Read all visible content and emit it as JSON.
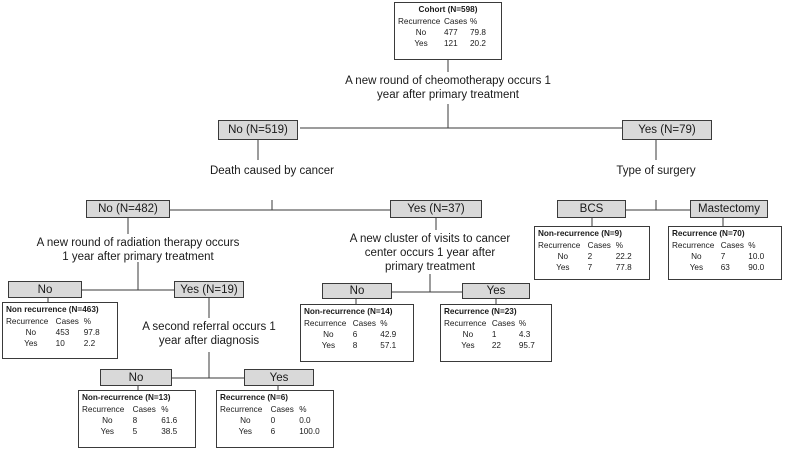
{
  "tables": {
    "root": {
      "title": "Cohort (N=598)",
      "headers": [
        "Recurrence",
        "Cases",
        "%"
      ],
      "rows": [
        [
          "No",
          "477",
          "79.8"
        ],
        [
          "Yes",
          "121",
          "20.2"
        ]
      ]
    },
    "chemo_no_death_no_rad_no": {
      "title": "Non recurrence (N=463)",
      "headers": [
        "Recurrence",
        "Cases",
        "%"
      ],
      "rows": [
        [
          "No",
          "453",
          "97.8"
        ],
        [
          "Yes",
          "10",
          "2.2"
        ]
      ]
    },
    "referral_no": {
      "title": "Non-recurrence (N=13)",
      "headers": [
        "Recurrence",
        "Cases",
        "%"
      ],
      "rows": [
        [
          "No",
          "8",
          "61.6"
        ],
        [
          "Yes",
          "5",
          "38.5"
        ]
      ]
    },
    "referral_yes": {
      "title": "Recurrence (N=6)",
      "headers": [
        "Recurrence",
        "Cases",
        "%"
      ],
      "rows": [
        [
          "No",
          "0",
          "0.0"
        ],
        [
          "Yes",
          "6",
          "100.0"
        ]
      ]
    },
    "visits_no": {
      "title": "Non-recurrence (N=14)",
      "headers": [
        "Recurrence",
        "Cases",
        "%"
      ],
      "rows": [
        [
          "No",
          "6",
          "42.9"
        ],
        [
          "Yes",
          "8",
          "57.1"
        ]
      ]
    },
    "visits_yes": {
      "title": "Recurrence (N=23)",
      "headers": [
        "Recurrence",
        "Cases",
        "%"
      ],
      "rows": [
        [
          "No",
          "1",
          "4.3"
        ],
        [
          "Yes",
          "22",
          "95.7"
        ]
      ]
    },
    "bcs": {
      "title": "Non-recurrence (N=9)",
      "headers": [
        "Recurrence",
        "Cases",
        "%"
      ],
      "rows": [
        [
          "No",
          "2",
          "22.2"
        ],
        [
          "Yes",
          "7",
          "77.8"
        ]
      ]
    },
    "mastectomy": {
      "title": "Recurrence (N=70)",
      "headers": [
        "Recurrence",
        "Cases",
        "%"
      ],
      "rows": [
        [
          "No",
          "7",
          "10.0"
        ],
        [
          "Yes",
          "63",
          "90.0"
        ]
      ]
    }
  },
  "splits": {
    "chemo": "A new round of cheomotherapy occurs 1\nyear after primary treatment",
    "death": "Death caused by cancer",
    "surgery": "Type of surgery",
    "radiation": "A new round of radiation therapy occurs\n1 year after primary treatment",
    "visits": "A new cluster of visits to cancer\ncenter occurs 1 year after\nprimary treatment",
    "referral": "A second referral occurs 1\nyear after diagnosis"
  },
  "branches": {
    "chemo_no": "No (N=519)",
    "chemo_yes": "Yes (N=79)",
    "death_no": "No (N=482)",
    "death_yes": "Yes (N=37)",
    "bcs": "BCS",
    "mastectomy": "Mastectomy",
    "rad_no": "No",
    "rad_yes": "Yes (N=19)",
    "visits_no": "No",
    "visits_yes": "Yes",
    "referral_no": "No",
    "referral_yes": "Yes"
  }
}
